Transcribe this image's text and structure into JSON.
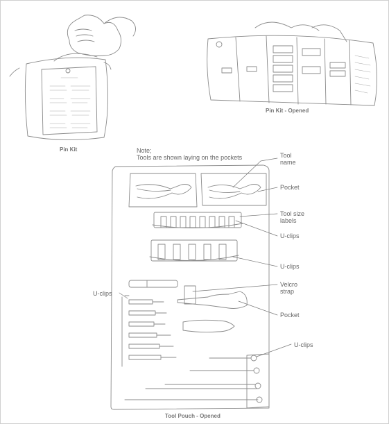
{
  "figure": {
    "captions": {
      "pin_kit": "Pin Kit",
      "pin_kit_opened": "Pin Kit - Opened",
      "tool_pouch_opened": "Tool Pouch - Opened"
    },
    "note": {
      "line1": "Note;",
      "line2": "Tools are shown laying on the pockets"
    },
    "callouts": {
      "tool_name": "Tool name",
      "pocket_top": "Pocket",
      "tool_size_labels": "Tool size labels",
      "u_clips_1": "U-clips",
      "u_clips_2": "U-clips",
      "velcro_strap": "Velcro strap",
      "pocket_mid": "Pocket",
      "u_clips_left": "U-clips",
      "u_clips_bottom": "U-clips"
    },
    "colors": {
      "line": "#8a8a8a",
      "shade": "#bdbdbd"
    }
  }
}
